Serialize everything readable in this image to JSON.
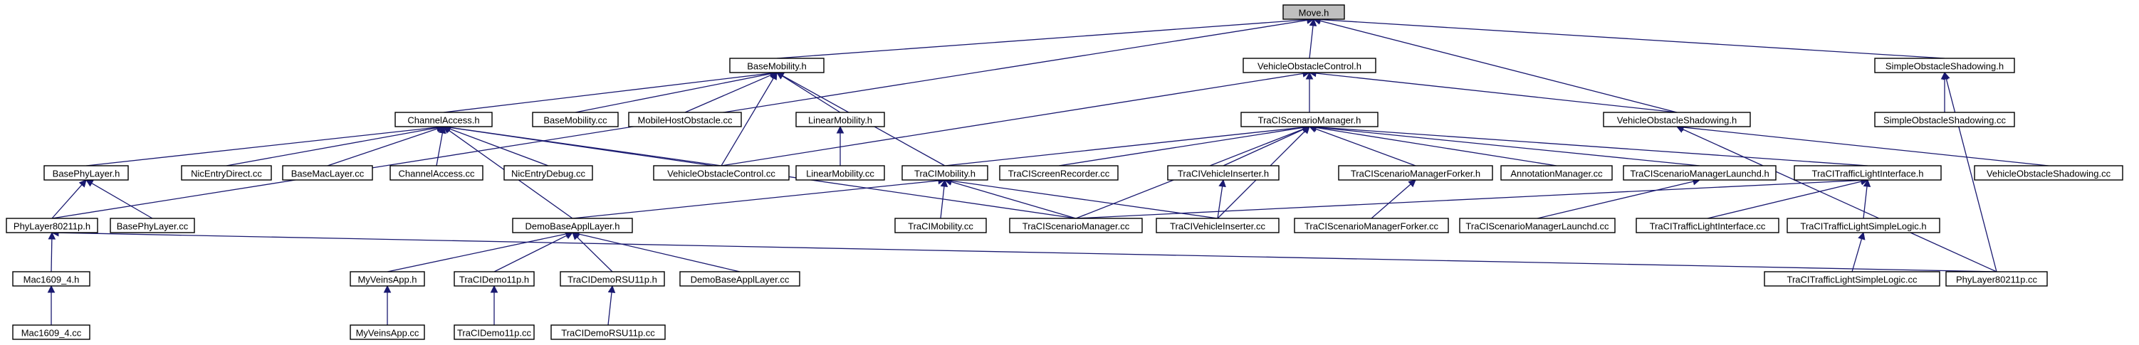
{
  "nodes": [
    {
      "id": "move_h",
      "label": "Move.h",
      "root": true
    },
    {
      "id": "basemobility_h",
      "label": "BaseMobility.h"
    },
    {
      "id": "vehicleobstaclecontrol_h",
      "label": "VehicleObstacleControl.h"
    },
    {
      "id": "simpleobstacleshadowing_h",
      "label": "SimpleObstacleShadowing.h"
    },
    {
      "id": "channelaccess_h",
      "label": "ChannelAccess.h"
    },
    {
      "id": "basemobility_cc",
      "label": "BaseMobility.cc"
    },
    {
      "id": "mobilehostobstacle_cc",
      "label": "MobileHostObstacle.cc"
    },
    {
      "id": "linearmobility_h",
      "label": "LinearMobility.h"
    },
    {
      "id": "traciscenariomanager_h",
      "label": "TraCIScenarioManager.h"
    },
    {
      "id": "vehicleobstacleshadowing_h",
      "label": "VehicleObstacleShadowing.h"
    },
    {
      "id": "simpleobstacleshadowing_cc",
      "label": "SimpleObstacleShadowing.cc"
    },
    {
      "id": "basephylayer_h",
      "label": "BasePhyLayer.h"
    },
    {
      "id": "nicentrydirect_cc",
      "label": "NicEntryDirect.cc"
    },
    {
      "id": "basemaclayer_cc",
      "label": "BaseMacLayer.cc"
    },
    {
      "id": "channelaccess_cc",
      "label": "ChannelAccess.cc"
    },
    {
      "id": "nicentrydebug_cc",
      "label": "NicEntryDebug.cc"
    },
    {
      "id": "vehicleobstaclecontrol_cc",
      "label": "VehicleObstacleControl.cc"
    },
    {
      "id": "linearmobility_cc",
      "label": "LinearMobility.cc"
    },
    {
      "id": "tracimobility_h",
      "label": "TraCIMobility.h"
    },
    {
      "id": "traciscreenrecorder_cc",
      "label": "TraCIScreenRecorder.cc"
    },
    {
      "id": "tracivehicleinserter_h",
      "label": "TraCIVehicleInserter.h"
    },
    {
      "id": "traciscenariomanagerforker_h",
      "label": "TraCIScenarioManagerForker.h"
    },
    {
      "id": "annotationmanager_cc",
      "label": "AnnotationManager.cc"
    },
    {
      "id": "traciscenariomanagerlaunchd_h",
      "label": "TraCIScenarioManagerLaunchd.h"
    },
    {
      "id": "tracitrafficlightinterface_h",
      "label": "TraCITrafficLightInterface.h"
    },
    {
      "id": "vehicleobstacleshadowing_cc",
      "label": "VehicleObstacleShadowing.cc"
    },
    {
      "id": "phylayer80211p_h",
      "label": "PhyLayer80211p.h"
    },
    {
      "id": "basephylayer_cc",
      "label": "BasePhyLayer.cc"
    },
    {
      "id": "demobaseappllayer_h",
      "label": "DemoBaseApplLayer.h"
    },
    {
      "id": "tracimobility_cc",
      "label": "TraCIMobility.cc"
    },
    {
      "id": "traciscenariomanager_cc",
      "label": "TraCIScenarioManager.cc"
    },
    {
      "id": "tracivehicleinserter_cc",
      "label": "TraCIVehicleInserter.cc"
    },
    {
      "id": "traciscenariomanagerforker_cc",
      "label": "TraCIScenarioManagerForker.cc"
    },
    {
      "id": "traciscenariomanagerlaunchd_cc",
      "label": "TraCIScenarioManagerLaunchd.cc"
    },
    {
      "id": "tracitrafficlightinterface_cc",
      "label": "TraCITrafficLightInterface.cc"
    },
    {
      "id": "tracitrafficlightsimplelogic_h",
      "label": "TraCITrafficLightSimpleLogic.h"
    },
    {
      "id": "mac1609_4_h",
      "label": "Mac1609_4.h"
    },
    {
      "id": "myveinsapp_h",
      "label": "MyVeinsApp.h"
    },
    {
      "id": "tracidemo11p_h",
      "label": "TraCIDemo11p.h"
    },
    {
      "id": "tracidemorsu11p_h",
      "label": "TraCIDemoRSU11p.h"
    },
    {
      "id": "demobaseappllayer_cc",
      "label": "DemoBaseApplLayer.cc"
    },
    {
      "id": "tracitrafficlightsimplelogic_cc",
      "label": "TraCITrafficLightSimpleLogic.cc"
    },
    {
      "id": "phylayer80211p_cc",
      "label": "PhyLayer80211p.cc"
    },
    {
      "id": "mac1609_4_cc",
      "label": "Mac1609_4.cc"
    },
    {
      "id": "myveinsapp_cc",
      "label": "MyVeinsApp.cc"
    },
    {
      "id": "tracidemo11p_cc",
      "label": "TraCIDemo11p.cc"
    },
    {
      "id": "tracidemorsu11p_cc",
      "label": "TraCIDemoRSU11p.cc"
    }
  ],
  "edges": [
    [
      "basemobility_h",
      "move_h"
    ],
    [
      "vehicleobstaclecontrol_h",
      "move_h"
    ],
    [
      "simpleobstacleshadowing_h",
      "move_h"
    ],
    [
      "vehicleobstacleshadowing_h",
      "move_h"
    ],
    [
      "phylayer80211p_h",
      "move_h"
    ],
    [
      "channelaccess_h",
      "basemobility_h"
    ],
    [
      "basemobility_cc",
      "basemobility_h"
    ],
    [
      "mobilehostobstacle_cc",
      "basemobility_h"
    ],
    [
      "linearmobility_h",
      "basemobility_h"
    ],
    [
      "tracimobility_h",
      "basemobility_h"
    ],
    [
      "vehicleobstaclecontrol_cc",
      "basemobility_h"
    ],
    [
      "traciscenariomanager_h",
      "vehicleobstaclecontrol_h"
    ],
    [
      "vehicleobstacleshadowing_h",
      "vehicleobstaclecontrol_h"
    ],
    [
      "vehicleobstaclecontrol_cc",
      "vehicleobstaclecontrol_h"
    ],
    [
      "simpleobstacleshadowing_cc",
      "simpleobstacleshadowing_h"
    ],
    [
      "phylayer80211p_cc",
      "simpleobstacleshadowing_h"
    ],
    [
      "basephylayer_h",
      "channelaccess_h"
    ],
    [
      "nicentrydirect_cc",
      "channelaccess_h"
    ],
    [
      "basemaclayer_cc",
      "channelaccess_h"
    ],
    [
      "channelaccess_cc",
      "channelaccess_h"
    ],
    [
      "nicentrydebug_cc",
      "channelaccess_h"
    ],
    [
      "vehicleobstaclecontrol_cc",
      "channelaccess_h"
    ],
    [
      "demobaseappllayer_h",
      "channelaccess_h"
    ],
    [
      "traciscenariomanager_cc",
      "channelaccess_h"
    ],
    [
      "linearmobility_cc",
      "linearmobility_h"
    ],
    [
      "tracimobility_h",
      "traciscenariomanager_h"
    ],
    [
      "traciscreenrecorder_cc",
      "traciscenariomanager_h"
    ],
    [
      "tracivehicleinserter_h",
      "traciscenariomanager_h"
    ],
    [
      "traciscenariomanagerforker_h",
      "traciscenariomanager_h"
    ],
    [
      "annotationmanager_cc",
      "traciscenariomanager_h"
    ],
    [
      "traciscenariomanagerlaunchd_h",
      "traciscenariomanager_h"
    ],
    [
      "tracitrafficlightinterface_h",
      "traciscenariomanager_h"
    ],
    [
      "traciscenariomanager_cc",
      "traciscenariomanager_h"
    ],
    [
      "tracivehicleinserter_cc",
      "traciscenariomanager_h"
    ],
    [
      "vehicleobstacleshadowing_cc",
      "vehicleobstacleshadowing_h"
    ],
    [
      "phylayer80211p_cc",
      "vehicleobstacleshadowing_h"
    ],
    [
      "phylayer80211p_h",
      "basephylayer_h"
    ],
    [
      "basephylayer_cc",
      "basephylayer_h"
    ],
    [
      "demobaseappllayer_h",
      "tracimobility_h"
    ],
    [
      "tracimobility_cc",
      "tracimobility_h"
    ],
    [
      "traciscenariomanager_cc",
      "tracimobility_h"
    ],
    [
      "tracivehicleinserter_cc",
      "tracimobility_h"
    ],
    [
      "tracivehicleinserter_cc",
      "tracivehicleinserter_h"
    ],
    [
      "traciscenariomanagerforker_cc",
      "traciscenariomanagerforker_h"
    ],
    [
      "traciscenariomanagerlaunchd_cc",
      "traciscenariomanagerlaunchd_h"
    ],
    [
      "traciscenariomanager_cc",
      "tracitrafficlightinterface_h"
    ],
    [
      "tracitrafficlightinterface_cc",
      "tracitrafficlightinterface_h"
    ],
    [
      "tracitrafficlightsimplelogic_h",
      "tracitrafficlightinterface_h"
    ],
    [
      "mac1609_4_h",
      "phylayer80211p_h"
    ],
    [
      "phylayer80211p_cc",
      "phylayer80211p_h"
    ],
    [
      "myveinsapp_h",
      "demobaseappllayer_h"
    ],
    [
      "tracidemo11p_h",
      "demobaseappllayer_h"
    ],
    [
      "tracidemorsu11p_h",
      "demobaseappllayer_h"
    ],
    [
      "demobaseappllayer_cc",
      "demobaseappllayer_h"
    ],
    [
      "tracitrafficlightsimplelogic_cc",
      "tracitrafficlightsimplelogic_h"
    ],
    [
      "mac1609_4_cc",
      "mac1609_4_h"
    ],
    [
      "myveinsapp_cc",
      "myveinsapp_h"
    ],
    [
      "tracidemo11p_cc",
      "tracidemo11p_h"
    ],
    [
      "tracidemorsu11p_cc",
      "tracidemorsu11p_h"
    ]
  ]
}
